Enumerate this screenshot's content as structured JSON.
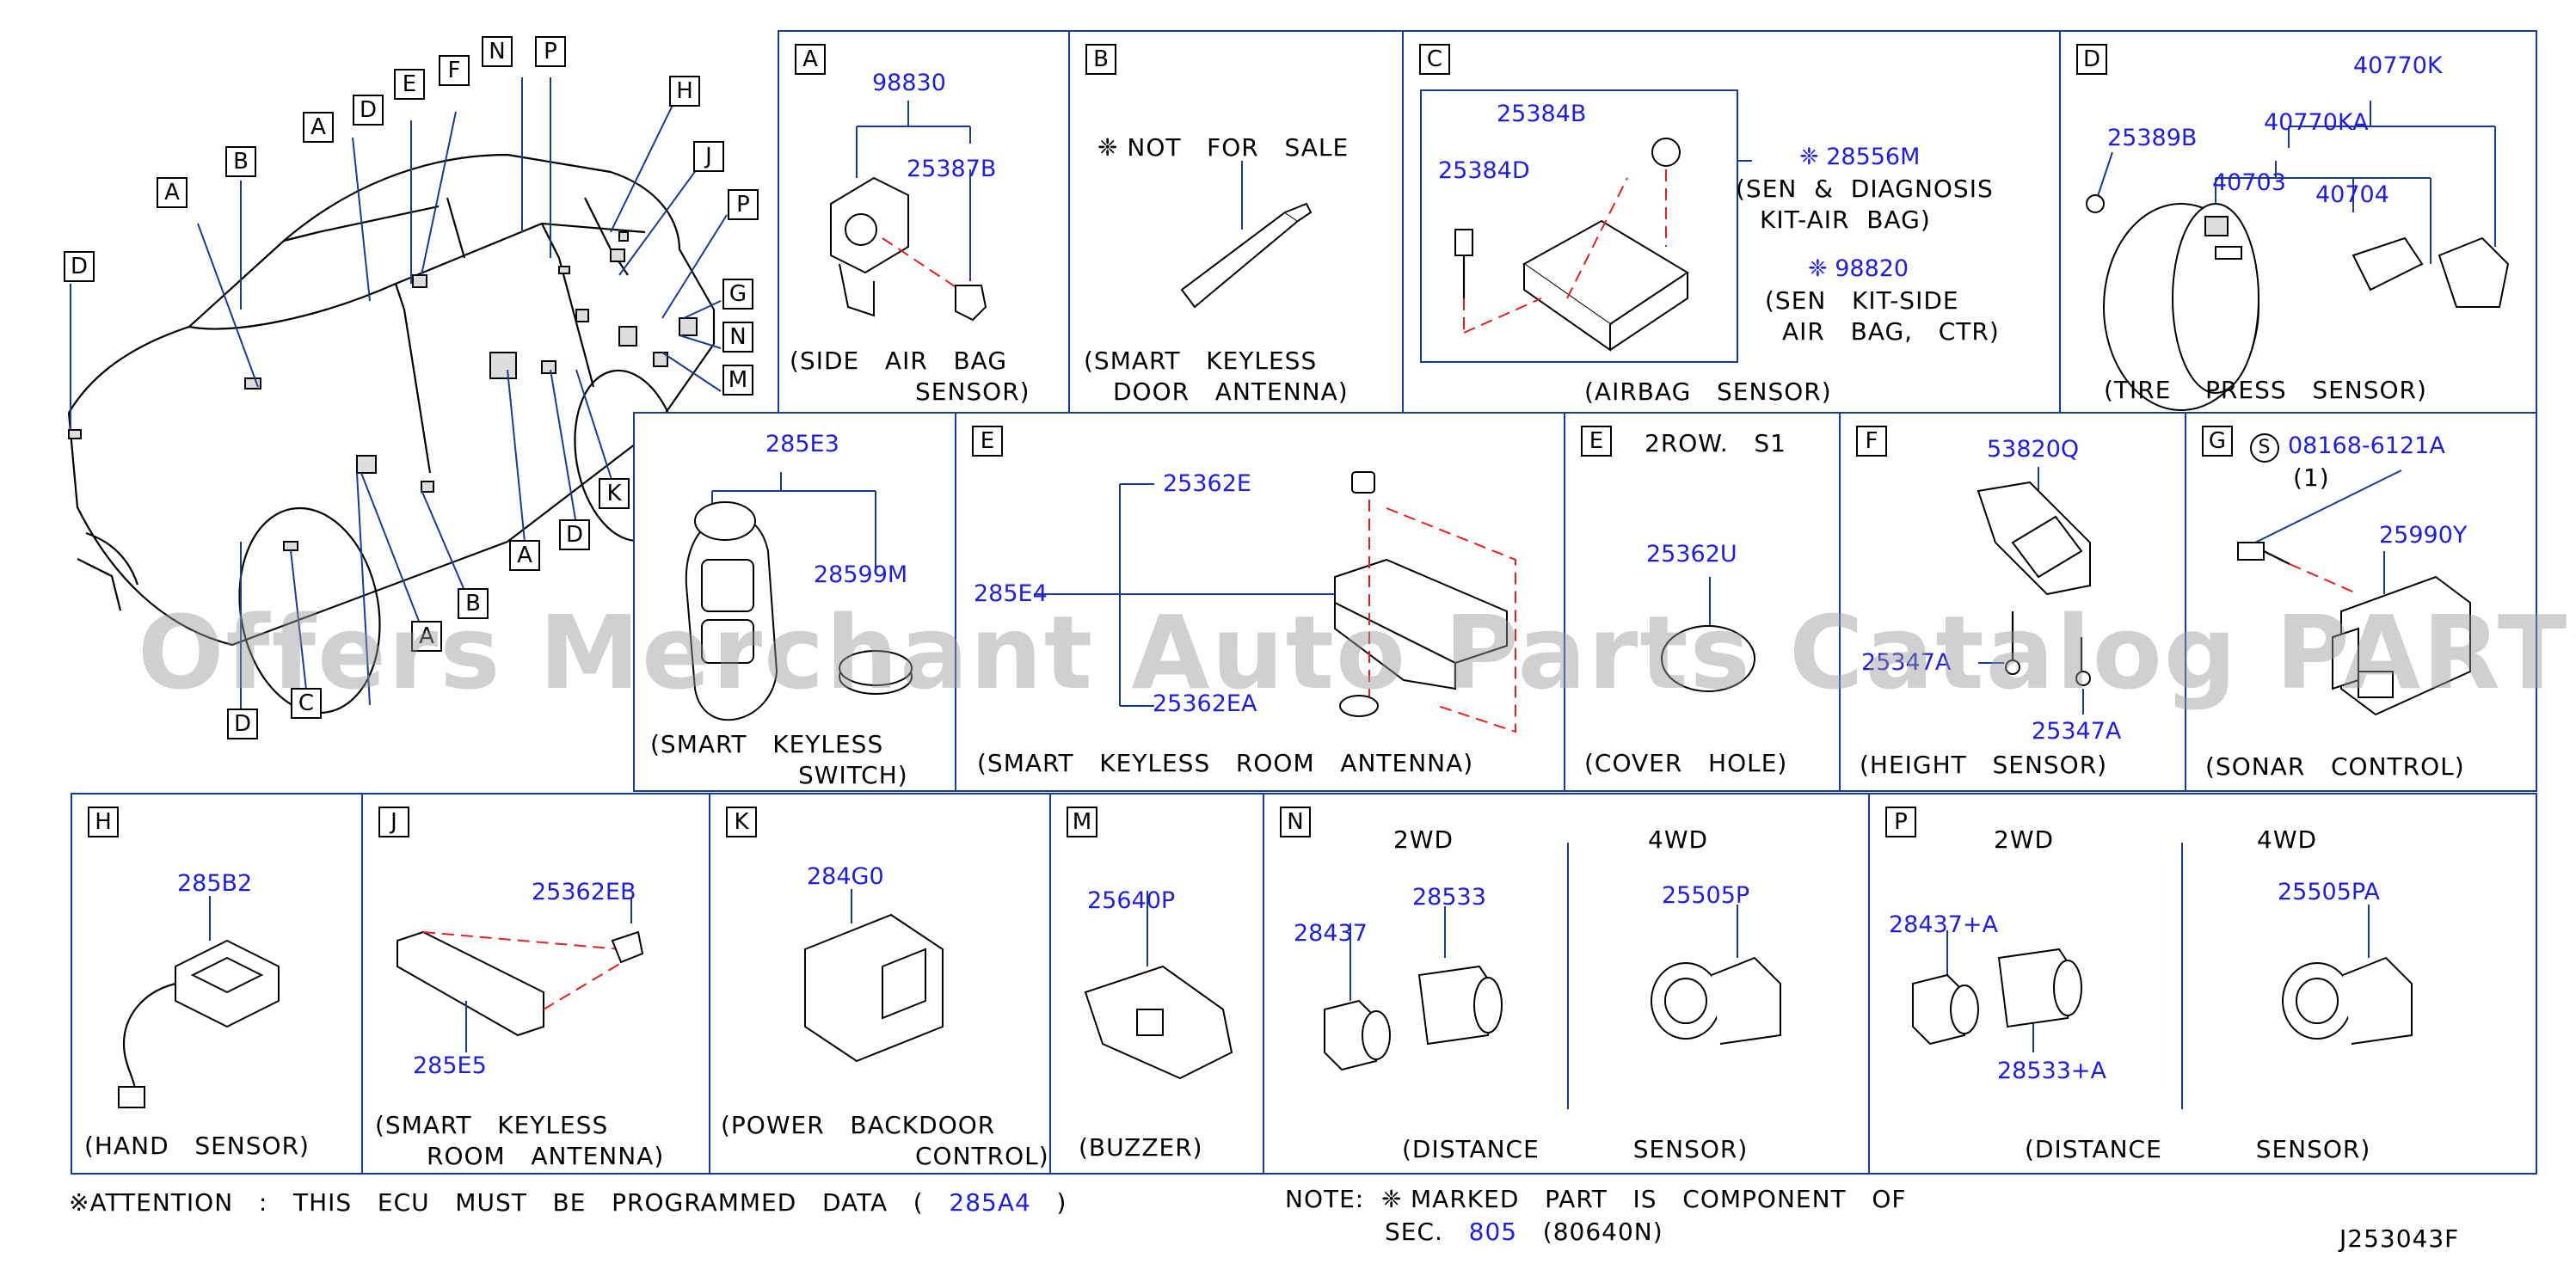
{
  "car_callouts": [
    "A",
    "B",
    "D",
    "A",
    "D",
    "E",
    "F",
    "N",
    "P",
    "H",
    "J",
    "P",
    "G",
    "N",
    "M",
    "K",
    "D",
    "A",
    "B",
    "A",
    "D",
    "C"
  ],
  "panelA": {
    "letter": "A",
    "pn1": "98830",
    "pn2": "25387B",
    "cap1": "(SIDE   AIR   BAG",
    "cap2": "SENSOR)"
  },
  "panelB": {
    "letter": "B",
    "note": "NOT   FOR   SALE",
    "cap1": "(SMART   KEYLESS",
    "cap2": "DOOR   ANTENNA)"
  },
  "panelC": {
    "letter": "C",
    "pn1": "25384B",
    "pn2": "25384D",
    "pn3": "28556M",
    "t1": "(SEN  &  DIAGNOSIS",
    "t2": "KIT-AIR  BAG)",
    "pn4": "98820",
    "t3": "(SEN   KIT-SIDE",
    "t4": "AIR   BAG,   CTR)",
    "cap": "(AIRBAG   SENSOR)"
  },
  "panelD": {
    "letter": "D",
    "pn1": "40770K",
    "pn2": "25389B",
    "pn3": "40770KA",
    "pn4": "40703",
    "pn5": "40704",
    "cap": "(TIRE    PRESS   SENSOR)"
  },
  "panelSKS": {
    "pn1": "285E3",
    "pn2": "28599M",
    "cap1": "(SMART   KEYLESS",
    "cap2": "SWITCH)"
  },
  "panelE": {
    "letter": "E",
    "pn1": "25362E",
    "pn2": "285E4",
    "pn3": "25362EA",
    "cap": "(SMART   KEYLESS   ROOM   ANTENNA)"
  },
  "panelE2": {
    "letter": "E",
    "t1": "2ROW.   S1",
    "pn1": "25362U",
    "cap": "(COVER   HOLE)"
  },
  "panelF": {
    "letter": "F",
    "pn1": "53820Q",
    "pn2": "25347A",
    "pn3": "25347A",
    "cap": "(HEIGHT   SENSOR)"
  },
  "panelG": {
    "letter": "G",
    "s": "S",
    "pn1": "08168-6121A",
    "qty": "(1)",
    "pn2": "25990Y",
    "cap": "(SONAR   CONTROL)"
  },
  "panelH": {
    "letter": "H",
    "pn1": "285B2",
    "cap": "(HAND   SENSOR)"
  },
  "panelJ": {
    "letter": "J",
    "pn1": "25362EB",
    "pn2": "285E5",
    "cap1": "(SMART   KEYLESS",
    "cap2": "ROOM   ANTENNA)"
  },
  "panelK": {
    "letter": "K",
    "pn1": "284G0",
    "cap1": "(POWER   BACKDOOR",
    "cap2": "CONTROL)"
  },
  "panelM": {
    "letter": "M",
    "pn1": "25640P",
    "cap": "(BUZZER)"
  },
  "panelN": {
    "letter": "N",
    "t2wd": "2WD",
    "t4wd": "4WD",
    "pn1": "28437",
    "pn2": "28533",
    "pn3": "25505P",
    "cap": "(DISTANCE           SENSOR)"
  },
  "panelP": {
    "letter": "P",
    "t2wd": "2WD",
    "t4wd": "4WD",
    "pn1": "28437+A",
    "pn2": "28533+A",
    "pn3": "25505PA",
    "cap": "(DISTANCE           SENSOR)"
  },
  "footer": {
    "att_pre": "ATTENTION   :   THIS   ECU   MUST   BE   PROGRAMMED   DATA   (   ",
    "att_pn": "285A4",
    "att_post": "   )",
    "note1": "NOTE:    MARKED   PART   IS   COMPONENT   OF",
    "note2_pre": "SEC.   ",
    "note2_sec": "805",
    "note2_post": "   (80640N)",
    "code": "J253043F"
  },
  "watermark": "Offers Merchant Auto Parts Catalog PARTSTORE.SA"
}
